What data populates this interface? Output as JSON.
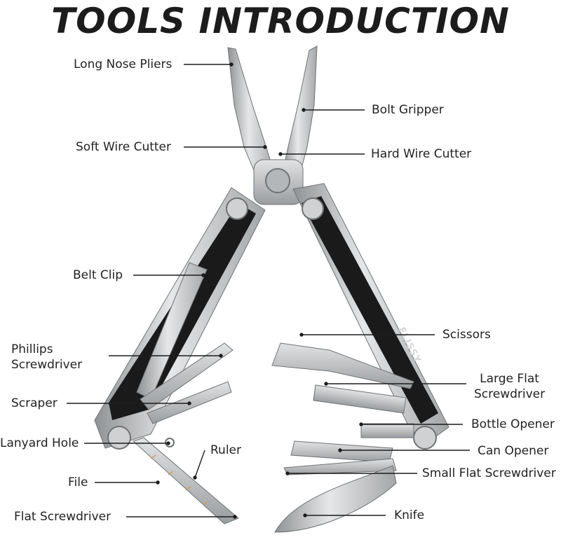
{
  "title": "TOOLS INTRODUCTION",
  "brand_mark": "FLISSY",
  "labels": {
    "long_nose_pliers": "Long Nose Pliers",
    "bolt_gripper": "Bolt Gripper",
    "soft_wire_cutter": "Soft Wire Cutter",
    "hard_wire_cutter": "Hard Wire Cutter",
    "belt_clip": "Belt Clip",
    "scissors": "Scissors",
    "phillips_screwdriver": [
      "Phillips",
      "Screwdriver"
    ],
    "large_flat_screwdriver": [
      "Large Flat",
      "Screwdriver"
    ],
    "scraper": "Scraper",
    "bottle_opener": "Bottle Opener",
    "lanyard_hole": "Lanyard Hole",
    "ruler": "Ruler",
    "can_opener": "Can Opener",
    "file": "File",
    "small_flat_screwdriver": "Small Flat Screwdriver",
    "flat_screwdriver": "Flat Screwdriver",
    "knife": "Knife"
  },
  "colors": {
    "text": "#222222",
    "steel": "#c9cbcd",
    "steel_dark": "#8f9294",
    "handle": "#1a1a1a",
    "ruler_marks": "#c9a15a"
  }
}
